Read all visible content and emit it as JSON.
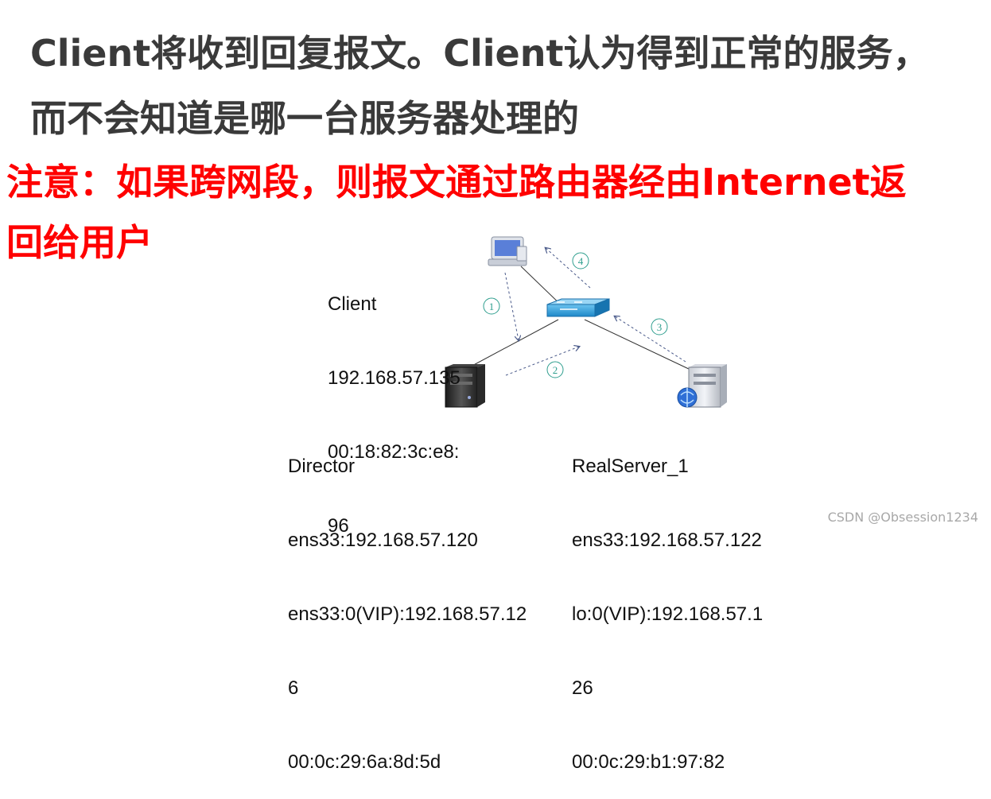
{
  "headline": {
    "line1": "Client将收到回复报文。Client认为得到正常的服务，",
    "line2": "而不会知道是哪一台服务器处理的"
  },
  "warning": {
    "line1": "注意：如果跨网段，则报文通过路由器经由Internet返",
    "line2": "回给用户"
  },
  "client": {
    "name": "Client",
    "ip": "192.168.57.135",
    "mac_part1": "00:18:82:3c:e8:",
    "mac_part2": "96"
  },
  "director": {
    "name": "Director",
    "ens33": "ens33:192.168.57.120",
    "vip_part1": "ens33:0(VIP):192.168.57.12",
    "vip_part2": "6",
    "mac": "00:0c:29:6a:8d:5d"
  },
  "realserver": {
    "name": "RealServer_1",
    "ens33": "ens33:192.168.57.122",
    "vip_part1": "lo:0(VIP):192.168.57.1",
    "vip_part2": "26",
    "mac": "00:0c:29:b1:97:82"
  },
  "steps": [
    "1",
    "2",
    "3",
    "4"
  ],
  "watermark": "CSDN @Obsession1234",
  "colors": {
    "headline": "#3a3a3a",
    "warning": "#ff0000",
    "step_marker": "#2e9e8e",
    "arrow": "#4a5a8a",
    "switch": "#1e88c8"
  }
}
